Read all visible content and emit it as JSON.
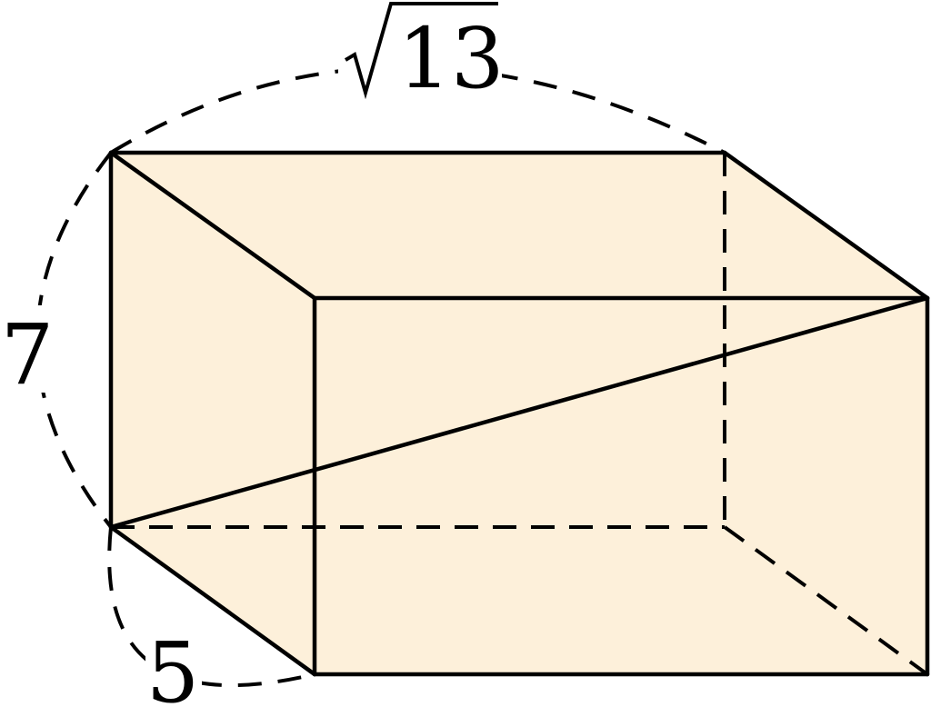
{
  "colors": {
    "face_fill": "#fdf0da",
    "edge_stroke": "#000000"
  },
  "labels": {
    "depth": "5",
    "height": "7",
    "diagonal_radicand": "13"
  }
}
